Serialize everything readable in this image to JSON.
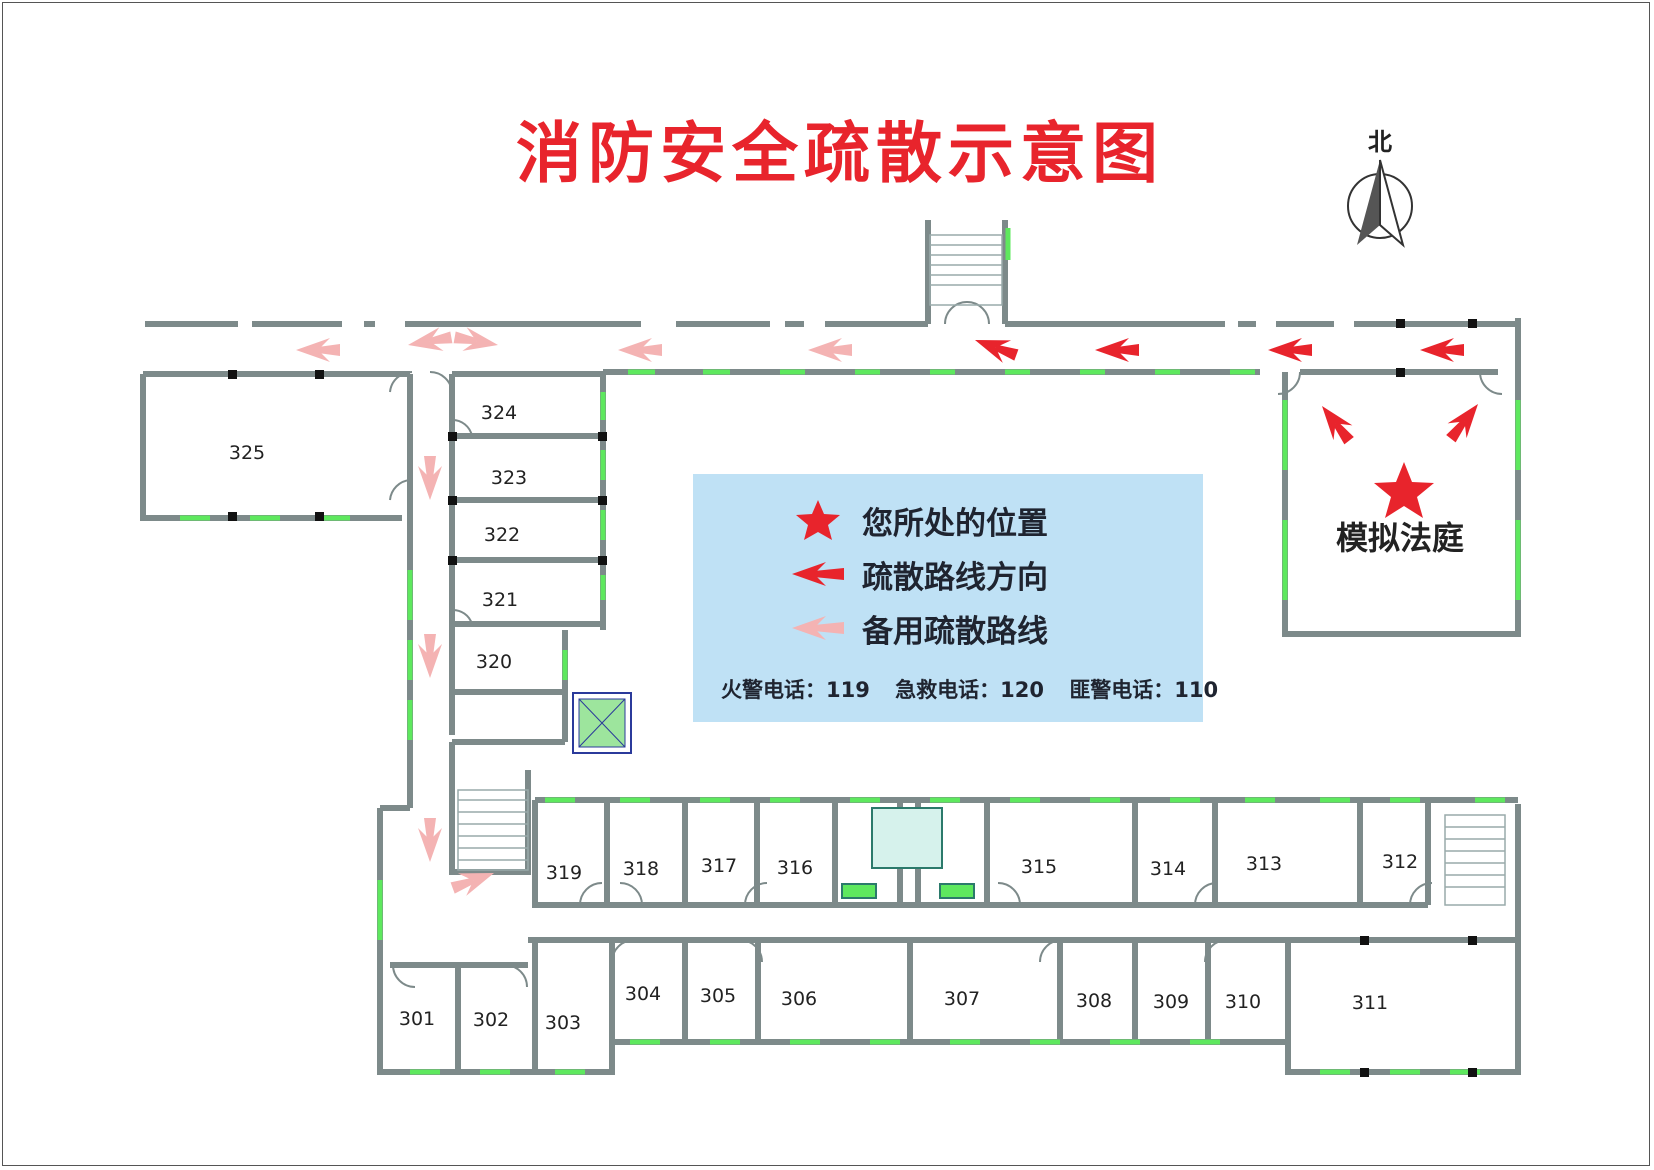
{
  "title": "消防安全疏散示意图",
  "north_label": "北",
  "court_label": "模拟法庭",
  "legend": {
    "you_are_here": "您所处的位置",
    "evac_route": "疏散路线方向",
    "backup_route": "备用疏散路线"
  },
  "phones": {
    "fire": "火警电话：119",
    "ambulance": "急救电话：120",
    "police": "匪警电话：110"
  },
  "rooms": {
    "r301": "301",
    "r302": "302",
    "r303": "303",
    "r304": "304",
    "r305": "305",
    "r306": "306",
    "r307": "307",
    "r308": "308",
    "r309": "309",
    "r310": "310",
    "r311": "311",
    "r312": "312",
    "r313": "313",
    "r314": "314",
    "r315": "315",
    "r316": "316",
    "r317": "317",
    "r318": "318",
    "r319": "319",
    "r320": "320",
    "r321": "321",
    "r322": "322",
    "r323": "323",
    "r324": "324",
    "r325": "325"
  },
  "colors": {
    "title": "#e8242c",
    "primary_arrow": "#e8242c",
    "backup_arrow": "#f4b3b3",
    "window_green": "#5ee85e",
    "wall": "#7d8a8a",
    "legend_bg": "#bfe1f5"
  },
  "icons": [
    "north-arrow-icon",
    "star-icon",
    "evac-arrow-icon",
    "backup-arrow-icon",
    "elevator-icon",
    "stair-icon"
  ]
}
